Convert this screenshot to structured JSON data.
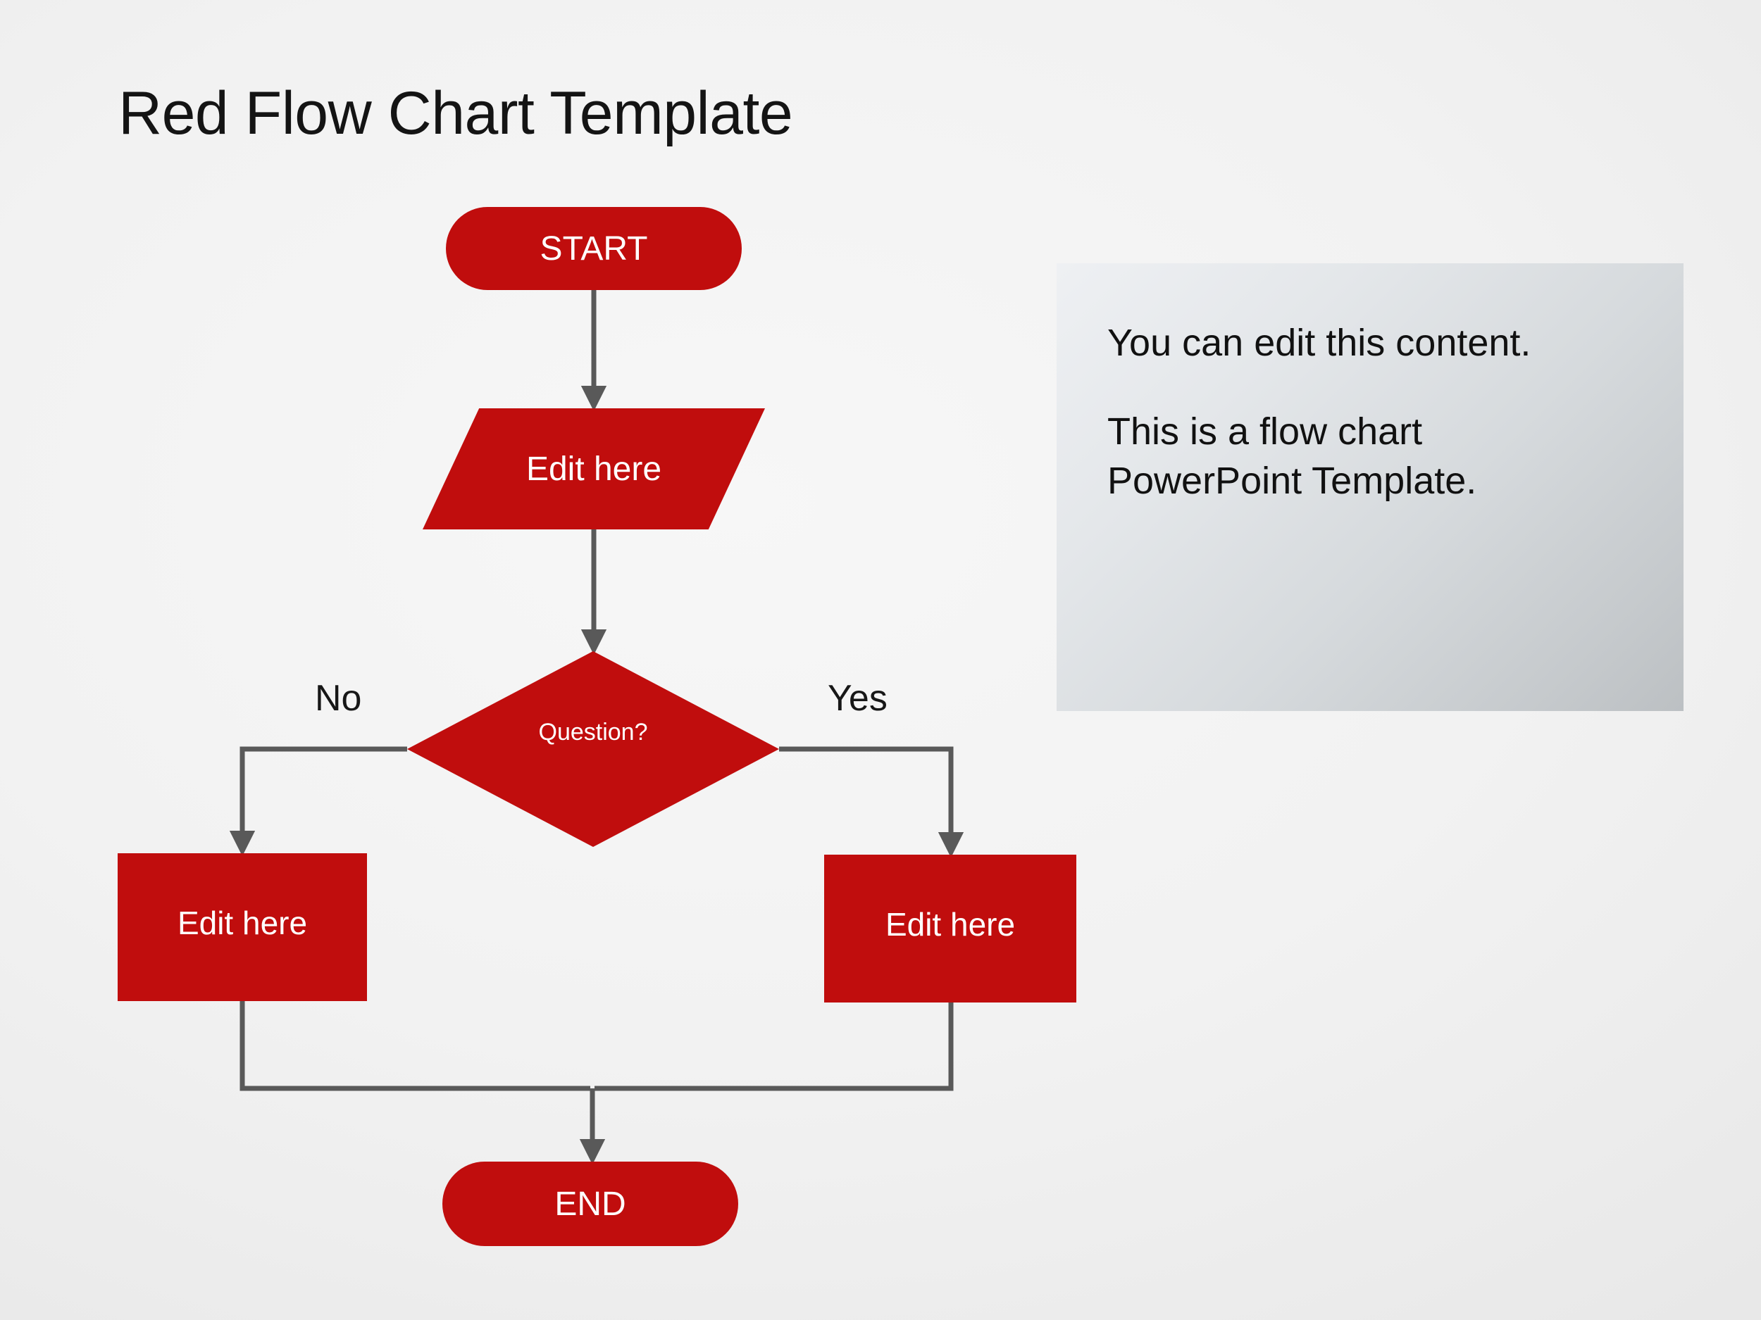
{
  "slide": {
    "title": "Red Flow Chart Template",
    "background_color": "#EFEFEF",
    "accent_color": "#C00D0D",
    "connector_color": "#595959",
    "shape_text_color": "#FFFFFF"
  },
  "flowchart": {
    "nodes": [
      {
        "id": "start",
        "shape": "terminator-pill",
        "label": "START"
      },
      {
        "id": "process-top",
        "shape": "parallelogram",
        "label": "Edit here"
      },
      {
        "id": "decision",
        "shape": "diamond",
        "label": "Question?"
      },
      {
        "id": "left-branch",
        "shape": "rectangle",
        "label": "Edit here"
      },
      {
        "id": "right-branch",
        "shape": "rectangle",
        "label": "Edit here"
      },
      {
        "id": "end",
        "shape": "terminator-pill",
        "label": "END"
      }
    ],
    "branch_labels": {
      "left": "No",
      "right": "Yes"
    }
  },
  "content_panel": {
    "line1": "You can edit this content.",
    "line2": "This is a flow chart",
    "line3": "PowerPoint Template."
  }
}
